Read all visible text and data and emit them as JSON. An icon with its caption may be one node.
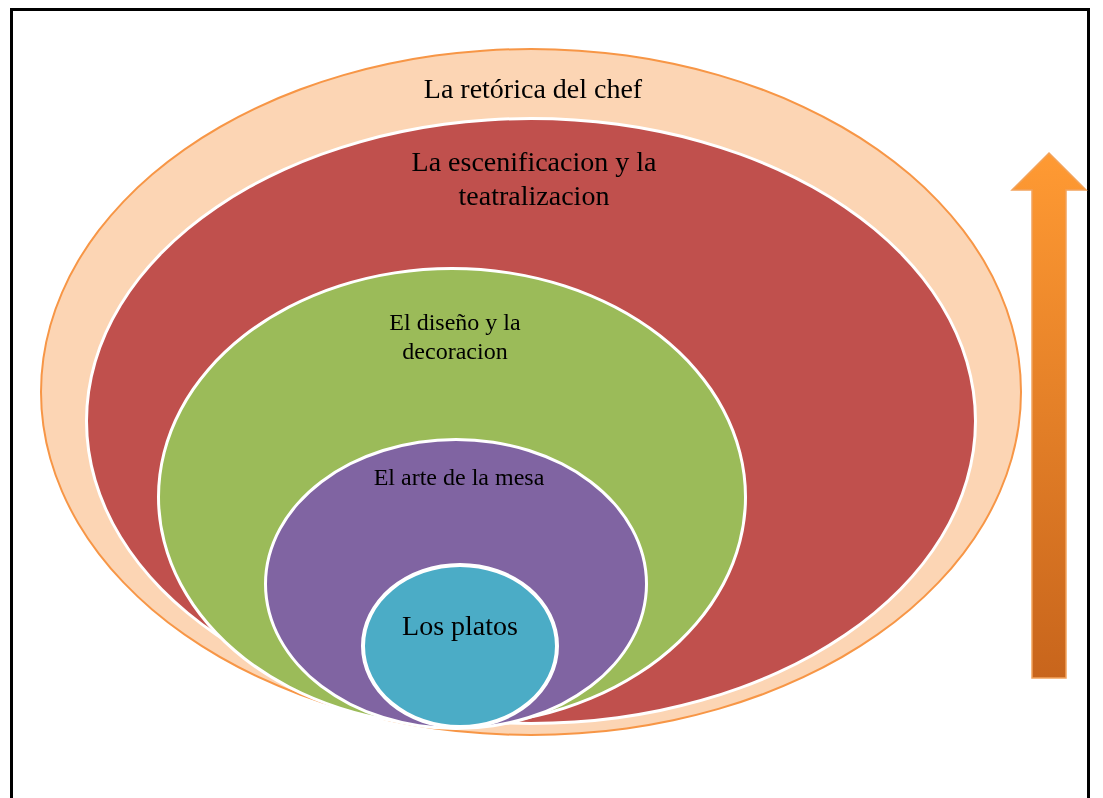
{
  "diagram": {
    "nodes": [
      {
        "text": [
          "La retórica del chef"
        ]
      },
      {
        "text": [
          "La escenificacion y la teatralizacion"
        ],
        "in": 0
      },
      {
        "text": [
          "El diseño y la decoracion"
        ],
        "in": 1
      },
      {
        "text": [
          "El arte de la mesa"
        ],
        "in": 2
      },
      {
        "text": [
          "Los platos"
        ],
        "in": 3
      }
    ]
  }
}
